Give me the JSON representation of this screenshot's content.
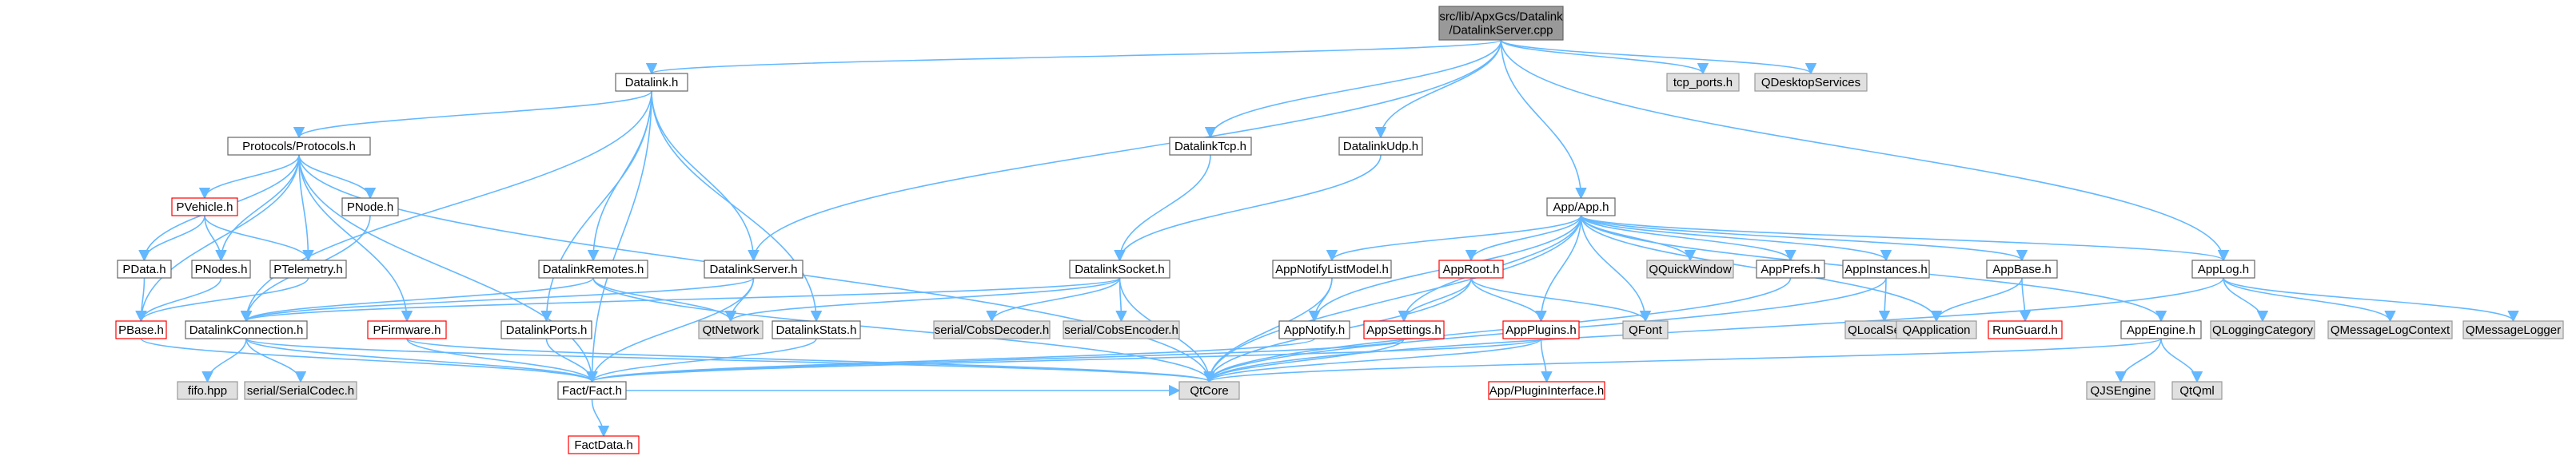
{
  "colors": {
    "edge": "#63b8ff",
    "root_fill": "#999999",
    "root_border": "#666666",
    "node_fill": "#ffffff",
    "node_border": "#666666",
    "external_fill": "#e0e0e0",
    "external_border": "#999999",
    "truncated_border": "#ff0000"
  },
  "nodes": [
    {
      "id": "root",
      "lines": [
        "src/lib/ApxGcs/Datalink",
        "/DatalinkServer.cpp"
      ],
      "kind": "root"
    },
    {
      "id": "datalink_h",
      "lines": [
        "Datalink.h"
      ],
      "kind": "normal"
    },
    {
      "id": "tcp_ports",
      "lines": [
        "tcp_ports.h"
      ],
      "kind": "external"
    },
    {
      "id": "qdesktopservices",
      "lines": [
        "QDesktopServices"
      ],
      "kind": "external"
    },
    {
      "id": "protocols_h",
      "lines": [
        "Protocols/Protocols.h"
      ],
      "kind": "normal"
    },
    {
      "id": "datalinktcp_h",
      "lines": [
        "DatalinkTcp.h"
      ],
      "kind": "normal"
    },
    {
      "id": "datalinkudp_h",
      "lines": [
        "DatalinkUdp.h"
      ],
      "kind": "normal"
    },
    {
      "id": "pvehicle_h",
      "lines": [
        "PVehicle.h"
      ],
      "kind": "truncated"
    },
    {
      "id": "pnode_h",
      "lines": [
        "PNode.h"
      ],
      "kind": "normal"
    },
    {
      "id": "app_h",
      "lines": [
        "App/App.h"
      ],
      "kind": "normal"
    },
    {
      "id": "pdata_h",
      "lines": [
        "PData.h"
      ],
      "kind": "normal"
    },
    {
      "id": "pnodes_h",
      "lines": [
        "PNodes.h"
      ],
      "kind": "normal"
    },
    {
      "id": "ptelemetry_h",
      "lines": [
        "PTelemetry.h"
      ],
      "kind": "normal"
    },
    {
      "id": "datalinkremotes_h",
      "lines": [
        "DatalinkRemotes.h"
      ],
      "kind": "normal"
    },
    {
      "id": "datalinkserver_h",
      "lines": [
        "DatalinkServer.h"
      ],
      "kind": "normal"
    },
    {
      "id": "datalinksocket_h",
      "lines": [
        "DatalinkSocket.h"
      ],
      "kind": "normal"
    },
    {
      "id": "appnotifylistmodel_h",
      "lines": [
        "AppNotifyListModel.h"
      ],
      "kind": "normal"
    },
    {
      "id": "approot_h",
      "lines": [
        "AppRoot.h"
      ],
      "kind": "truncated"
    },
    {
      "id": "qquickwindow",
      "lines": [
        "QQuickWindow"
      ],
      "kind": "external"
    },
    {
      "id": "appprefs_h",
      "lines": [
        "AppPrefs.h"
      ],
      "kind": "normal"
    },
    {
      "id": "appinstances_h",
      "lines": [
        "AppInstances.h"
      ],
      "kind": "normal"
    },
    {
      "id": "appbase_h",
      "lines": [
        "AppBase.h"
      ],
      "kind": "normal"
    },
    {
      "id": "applog_h",
      "lines": [
        "AppLog.h"
      ],
      "kind": "normal"
    },
    {
      "id": "pbase_h",
      "lines": [
        "PBase.h"
      ],
      "kind": "truncated"
    },
    {
      "id": "datalinkconnection_h",
      "lines": [
        "DatalinkConnection.h"
      ],
      "kind": "normal"
    },
    {
      "id": "pfirmware_h",
      "lines": [
        "PFirmware.h"
      ],
      "kind": "truncated"
    },
    {
      "id": "datalinkports_h",
      "lines": [
        "DatalinkPorts.h"
      ],
      "kind": "normal"
    },
    {
      "id": "qtnetwork",
      "lines": [
        "QtNetwork"
      ],
      "kind": "external"
    },
    {
      "id": "datalinkstats_h",
      "lines": [
        "DatalinkStats.h"
      ],
      "kind": "normal"
    },
    {
      "id": "cobsdecoder",
      "lines": [
        "serial/CobsDecoder.h"
      ],
      "kind": "external"
    },
    {
      "id": "cobsencoder",
      "lines": [
        "serial/CobsEncoder.h"
      ],
      "kind": "external"
    },
    {
      "id": "appnotify_h",
      "lines": [
        "AppNotify.h"
      ],
      "kind": "normal"
    },
    {
      "id": "appsettings_h",
      "lines": [
        "AppSettings.h"
      ],
      "kind": "truncated"
    },
    {
      "id": "appplugins_h",
      "lines": [
        "AppPlugins.h"
      ],
      "kind": "truncated"
    },
    {
      "id": "qfont",
      "lines": [
        "QFont"
      ],
      "kind": "external"
    },
    {
      "id": "qlocalserver",
      "lines": [
        "QLocalServer"
      ],
      "kind": "external"
    },
    {
      "id": "qapplication",
      "lines": [
        "QApplication"
      ],
      "kind": "external"
    },
    {
      "id": "runguard_h",
      "lines": [
        "RunGuard.h"
      ],
      "kind": "truncated"
    },
    {
      "id": "appengine_h",
      "lines": [
        "AppEngine.h"
      ],
      "kind": "normal"
    },
    {
      "id": "qloggingcategory",
      "lines": [
        "QLoggingCategory"
      ],
      "kind": "external"
    },
    {
      "id": "qmessagelogcontext",
      "lines": [
        "QMessageLogContext"
      ],
      "kind": "external"
    },
    {
      "id": "qmessagelogger",
      "lines": [
        "QMessageLogger"
      ],
      "kind": "external"
    },
    {
      "id": "fifo_hpp",
      "lines": [
        "fifo.hpp"
      ],
      "kind": "external"
    },
    {
      "id": "serialcodec",
      "lines": [
        "serial/SerialCodec.h"
      ],
      "kind": "external"
    },
    {
      "id": "fact_h",
      "lines": [
        "Fact/Fact.h"
      ],
      "kind": "normal"
    },
    {
      "id": "qtcore",
      "lines": [
        "QtCore"
      ],
      "kind": "external"
    },
    {
      "id": "appplugininterface_h",
      "lines": [
        "App/PluginInterface.h"
      ],
      "kind": "truncated"
    },
    {
      "id": "qjsengine",
      "lines": [
        "QJSEngine"
      ],
      "kind": "external"
    },
    {
      "id": "qtqml",
      "lines": [
        "QtQml"
      ],
      "kind": "external"
    },
    {
      "id": "factdata_h",
      "lines": [
        "FactData.h"
      ],
      "kind": "truncated"
    }
  ],
  "edges": [
    [
      "root",
      "datalink_h"
    ],
    [
      "root",
      "tcp_ports"
    ],
    [
      "root",
      "qdesktopservices"
    ],
    [
      "root",
      "datalinktcp_h"
    ],
    [
      "root",
      "datalinkudp_h"
    ],
    [
      "root",
      "app_h"
    ],
    [
      "root",
      "datalinkserver_h"
    ],
    [
      "root",
      "applog_h"
    ],
    [
      "datalink_h",
      "protocols_h"
    ],
    [
      "datalink_h",
      "datalinkremotes_h"
    ],
    [
      "datalink_h",
      "datalinkserver_h"
    ],
    [
      "datalink_h",
      "datalinkports_h"
    ],
    [
      "datalink_h",
      "datalinkstats_h"
    ],
    [
      "datalink_h",
      "datalinkconnection_h"
    ],
    [
      "datalink_h",
      "fact_h"
    ],
    [
      "protocols_h",
      "pvehicle_h"
    ],
    [
      "protocols_h",
      "pnode_h"
    ],
    [
      "protocols_h",
      "pdata_h"
    ],
    [
      "protocols_h",
      "pnodes_h"
    ],
    [
      "protocols_h",
      "ptelemetry_h"
    ],
    [
      "protocols_h",
      "pbase_h"
    ],
    [
      "protocols_h",
      "pfirmware_h"
    ],
    [
      "protocols_h",
      "fact_h"
    ],
    [
      "protocols_h",
      "qtcore"
    ],
    [
      "pvehicle_h",
      "pdata_h"
    ],
    [
      "pvehicle_h",
      "pnodes_h"
    ],
    [
      "pvehicle_h",
      "ptelemetry_h"
    ],
    [
      "pdata_h",
      "pbase_h"
    ],
    [
      "pnodes_h",
      "pbase_h"
    ],
    [
      "ptelemetry_h",
      "pbase_h"
    ],
    [
      "pnode_h",
      "datalinkconnection_h"
    ],
    [
      "pbase_h",
      "fact_h"
    ],
    [
      "pfirmware_h",
      "fact_h"
    ],
    [
      "pfirmware_h",
      "qtcore"
    ],
    [
      "datalinkremotes_h",
      "datalinkconnection_h"
    ],
    [
      "datalinkremotes_h",
      "qtnetwork"
    ],
    [
      "datalinkremotes_h",
      "qtcore"
    ],
    [
      "datalinkserver_h",
      "datalinkconnection_h"
    ],
    [
      "datalinkserver_h",
      "qtnetwork"
    ],
    [
      "datalinkserver_h",
      "fact_h"
    ],
    [
      "datalinktcp_h",
      "datalinksocket_h"
    ],
    [
      "datalinkudp_h",
      "datalinksocket_h"
    ],
    [
      "datalinksocket_h",
      "datalinkconnection_h"
    ],
    [
      "datalinksocket_h",
      "qtnetwork"
    ],
    [
      "datalinksocket_h",
      "cobsdecoder"
    ],
    [
      "datalinksocket_h",
      "cobsencoder"
    ],
    [
      "datalinksocket_h",
      "qtcore"
    ],
    [
      "datalinkconnection_h",
      "fifo_hpp"
    ],
    [
      "datalinkconnection_h",
      "serialcodec"
    ],
    [
      "datalinkconnection_h",
      "fact_h"
    ],
    [
      "datalinkconnection_h",
      "qtcore"
    ],
    [
      "datalinkports_h",
      "fact_h"
    ],
    [
      "datalinkstats_h",
      "fact_h"
    ],
    [
      "app_h",
      "appnotifylistmodel_h"
    ],
    [
      "app_h",
      "approot_h"
    ],
    [
      "app_h",
      "qquickwindow"
    ],
    [
      "app_h",
      "appprefs_h"
    ],
    [
      "app_h",
      "appinstances_h"
    ],
    [
      "app_h",
      "appbase_h"
    ],
    [
      "app_h",
      "applog_h"
    ],
    [
      "app_h",
      "appnotify_h"
    ],
    [
      "app_h",
      "appsettings_h"
    ],
    [
      "app_h",
      "appplugins_h"
    ],
    [
      "app_h",
      "qfont"
    ],
    [
      "app_h",
      "qapplication"
    ],
    [
      "app_h",
      "appengine_h"
    ],
    [
      "app_h",
      "qtcore"
    ],
    [
      "appnotifylistmodel_h",
      "appnotify_h"
    ],
    [
      "appnotifylistmodel_h",
      "qtcore"
    ],
    [
      "approot_h",
      "appsettings_h"
    ],
    [
      "approot_h",
      "appplugins_h"
    ],
    [
      "approot_h",
      "qfont"
    ],
    [
      "approot_h",
      "qtcore"
    ],
    [
      "appprefs_h",
      "qtcore"
    ],
    [
      "appinstances_h",
      "qlocalserver"
    ],
    [
      "appinstances_h",
      "qtcore"
    ],
    [
      "appbase_h",
      "qapplication"
    ],
    [
      "appbase_h",
      "runguard_h"
    ],
    [
      "applog_h",
      "qloggingcategory"
    ],
    [
      "applog_h",
      "qmessagelogcontext"
    ],
    [
      "applog_h",
      "qmessagelogger"
    ],
    [
      "applog_h",
      "qtcore"
    ],
    [
      "appnotify_h",
      "fact_h"
    ],
    [
      "appsettings_h",
      "fact_h"
    ],
    [
      "appsettings_h",
      "qtcore"
    ],
    [
      "appplugins_h",
      "fact_h"
    ],
    [
      "appplugins_h",
      "appplugininterface_h"
    ],
    [
      "appplugins_h",
      "qtcore"
    ],
    [
      "appengine_h",
      "qjsengine"
    ],
    [
      "appengine_h",
      "qtqml"
    ],
    [
      "appengine_h",
      "qtcore"
    ],
    [
      "fact_h",
      "factdata_h"
    ],
    [
      "fact_h",
      "qtcore"
    ]
  ]
}
